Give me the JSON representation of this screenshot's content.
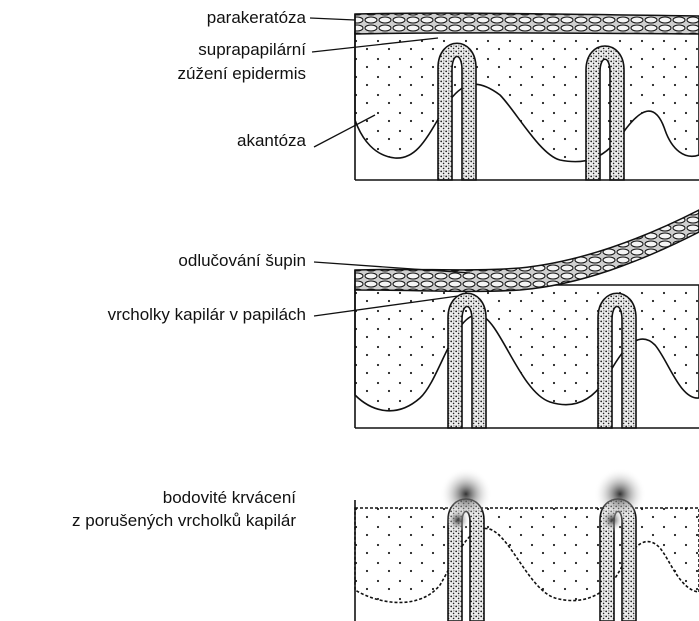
{
  "panel1": {
    "label_parakeratosis": "parakeratóza",
    "label_suprapapillary_1": "suprapapilární",
    "label_suprapapillary_2": "zúžení epidermis",
    "label_acanthosis": "akantóza"
  },
  "panel2": {
    "label_scaling": "odlučování šupin",
    "label_capillary_tips": "vrcholky kapilár v papilách"
  },
  "panel3": {
    "label_bleeding_1": "bodovité krvácení",
    "label_bleeding_2": "z porušených vrcholků kapilár"
  }
}
